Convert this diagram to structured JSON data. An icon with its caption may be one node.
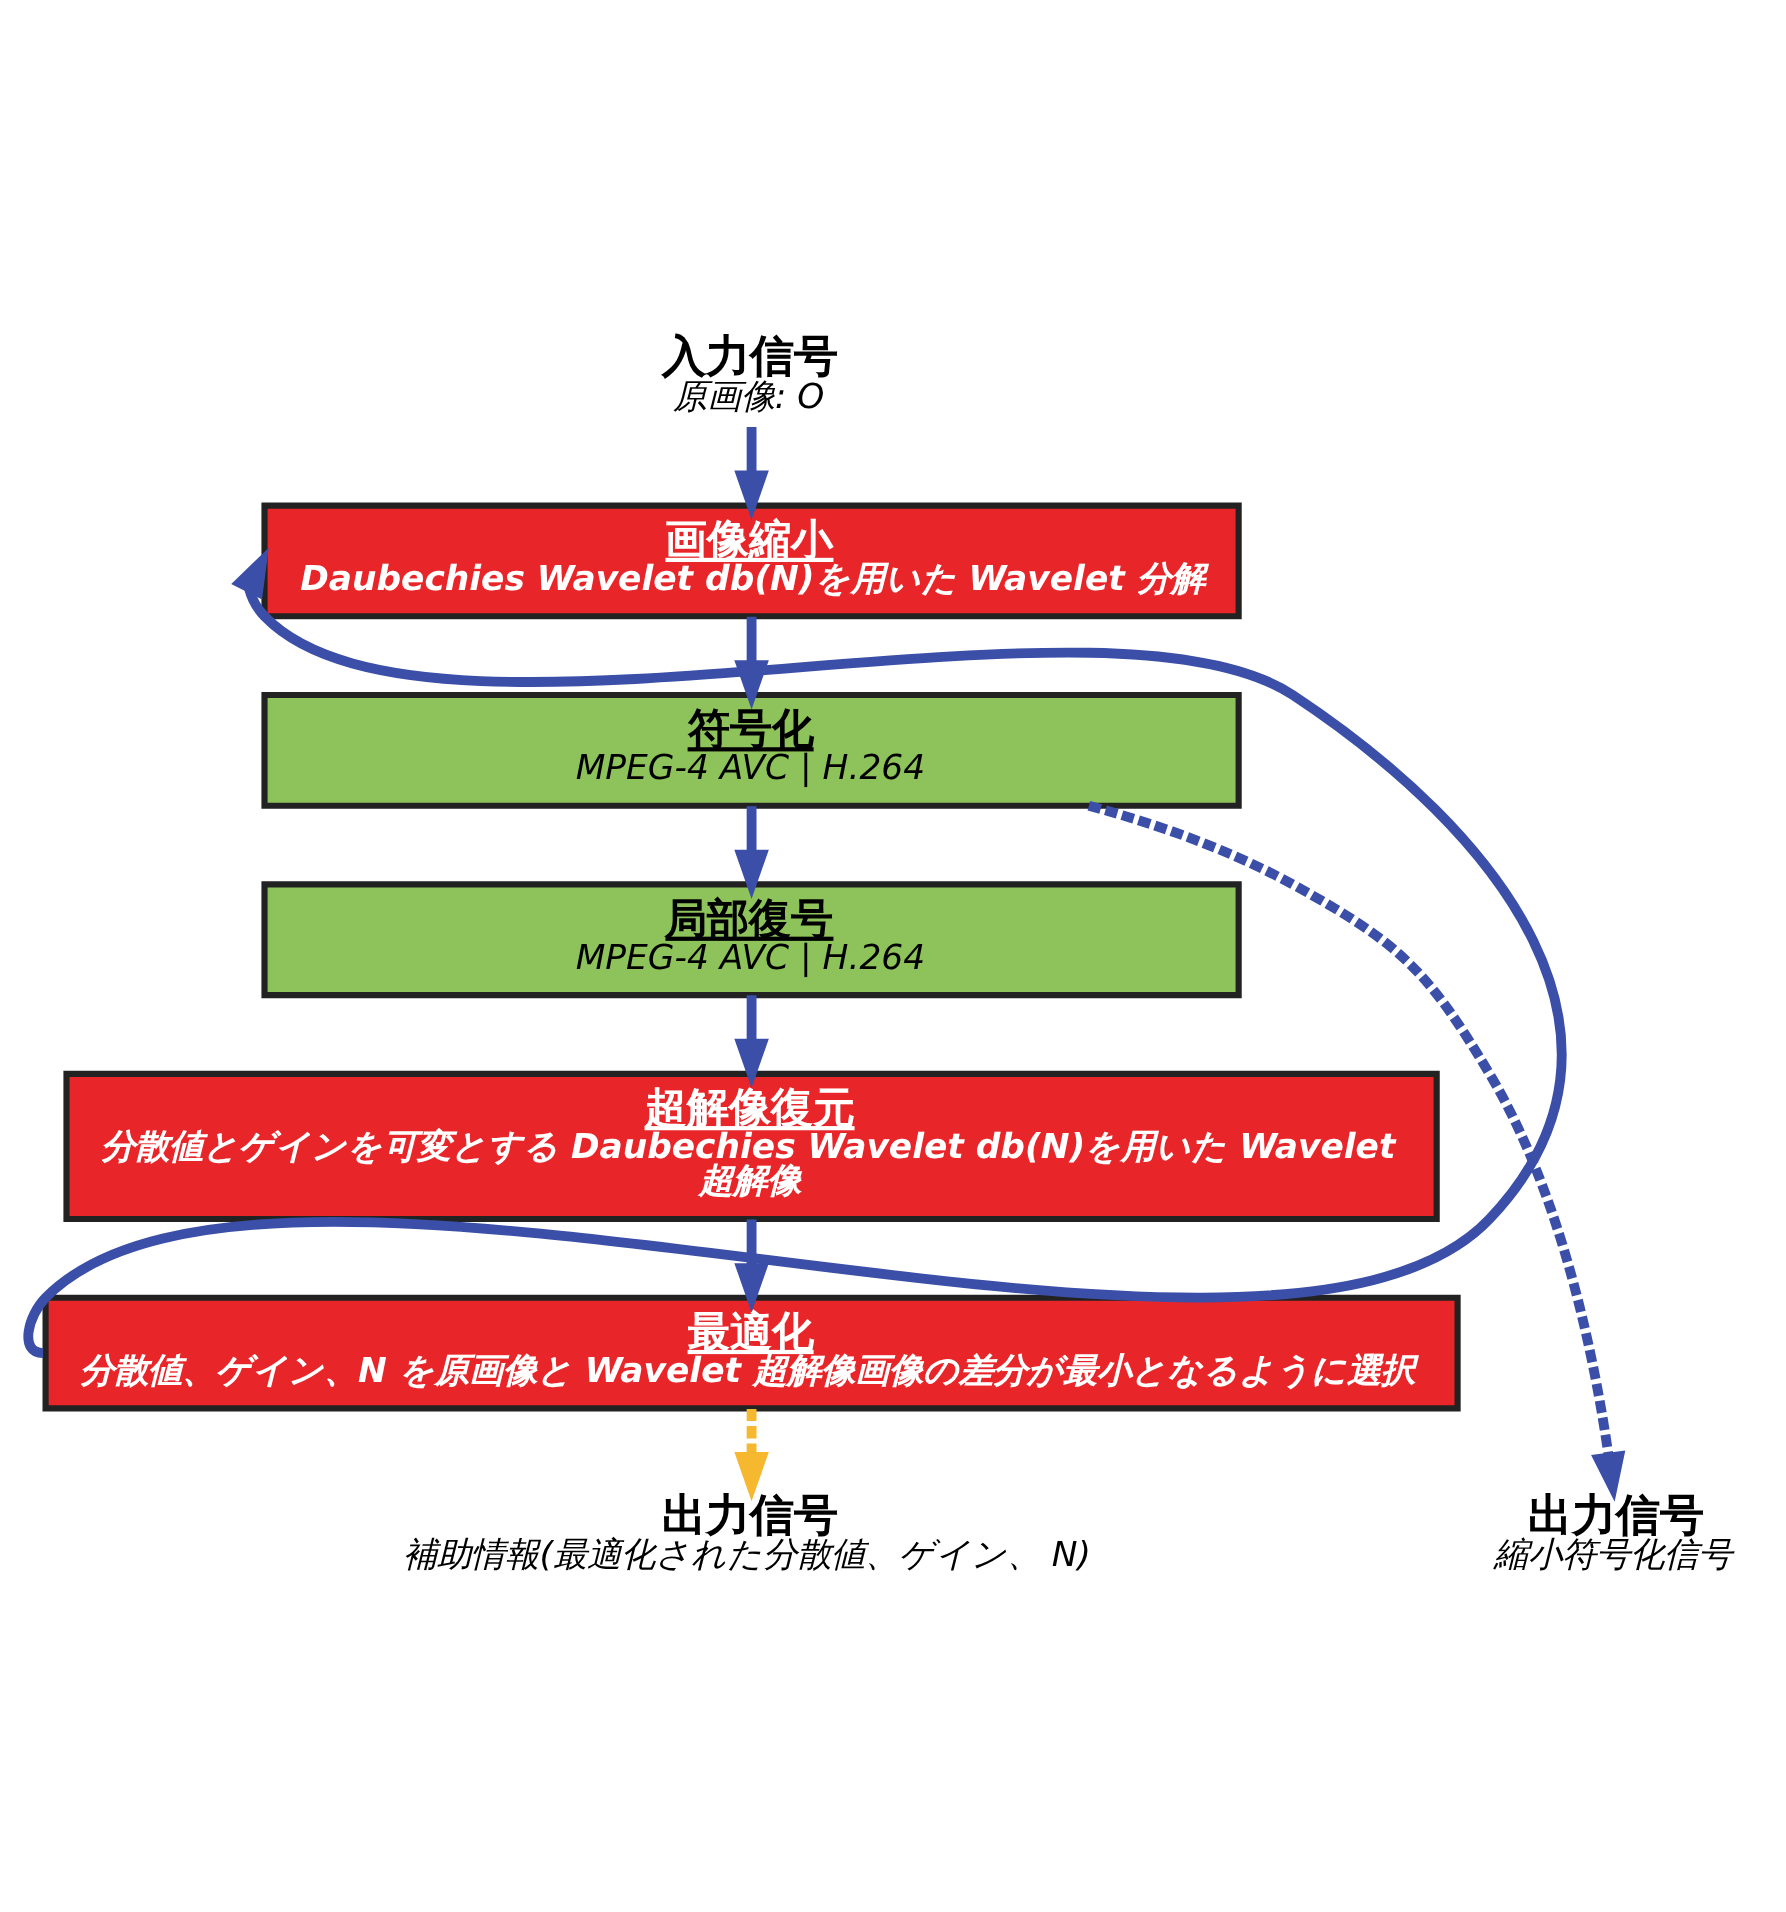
{
  "diagram": {
    "nodes": [
      {
        "text": [
          "入力信号",
          "原画像: O"
        ]
      },
      {
        "text": [
          "画像縮小",
          "Daubechies Wavelet db(N)を用いた Wavelet 分解"
        ]
      },
      {
        "text": [
          "符号化",
          "MPEG-4 AVC | H.264"
        ]
      },
      {
        "text": [
          "局部復号",
          "MPEG-4 AVC | H.264"
        ]
      },
      {
        "text": [
          "超解像復元",
          "分散値とゲインを可変とする Daubechies Wavelet db(N)を用いた Wavelet 超解像"
        ]
      },
      {
        "text": [
          "最適化",
          "分散値、ゲイン、N を原画像と Wavelet 超解像画像の差分が最小となるように選択"
        ]
      },
      {
        "text": [
          "出力信号",
          "補助情報(最適化された分散値、ゲイン、 N)"
        ]
      },
      {
        "text": [
          "出力信号",
          "縮小符号化信号"
        ]
      }
    ],
    "edges": [
      {
        "from": 0,
        "to": 1,
        "arrow": "to"
      },
      {
        "from": 1,
        "to": 2,
        "arrow": "to"
      },
      {
        "from": 2,
        "to": 3,
        "arrow": "to"
      },
      {
        "from": 3,
        "to": 4,
        "arrow": "to"
      },
      {
        "from": 4,
        "to": 5,
        "arrow": "to"
      },
      {
        "from": 5,
        "to": 1,
        "arrow": "to"
      },
      {
        "from": 5,
        "to": 6,
        "arrow": "to",
        "style": "dashed",
        "color": "#f5b82e"
      },
      {
        "from": 2,
        "to": 7,
        "arrow": "to",
        "style": "dashed"
      }
    ]
  }
}
